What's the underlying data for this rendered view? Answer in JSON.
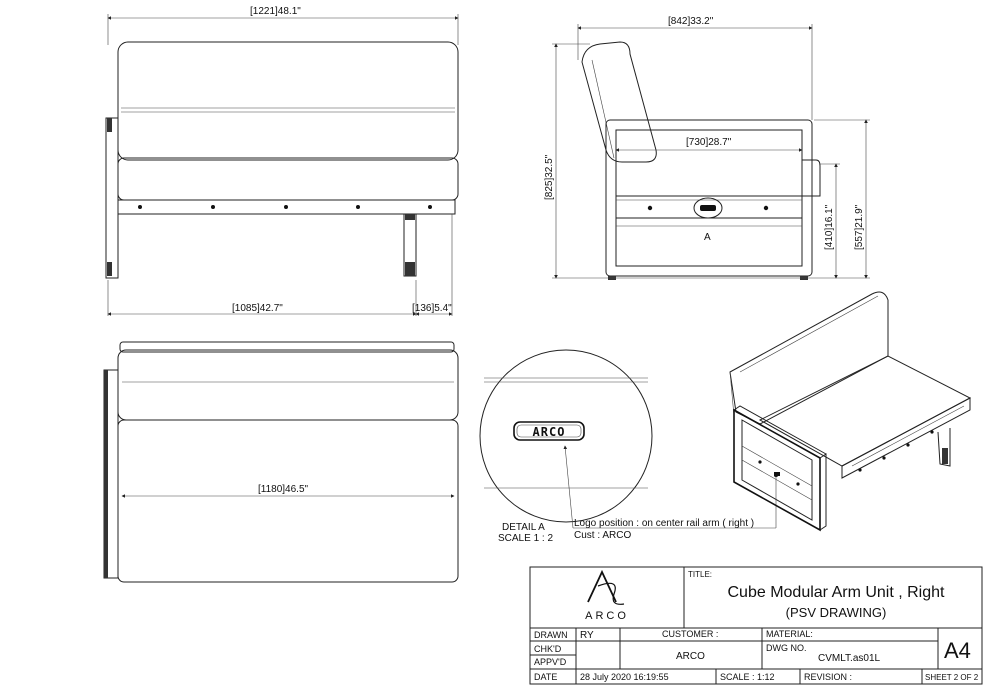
{
  "dimensions": {
    "front_width": "[1221]48.1\"",
    "front_inner": "[1085]42.7\"",
    "front_leg": "[136]5.4\"",
    "side_depth": "[842]33.2\"",
    "side_inner": "[730]28.7\"",
    "side_height": "[825]32.5\"",
    "side_arm_height": "[557]21.9\"",
    "side_seat_height": "[410]16.1\"",
    "top_depth": "[1180]46.5\""
  },
  "detail": {
    "ref": "A",
    "title": "DETAIL A",
    "scale": "SCALE 1 : 2",
    "logo_text": "ARCO",
    "note_line1": "Logo position : on center rail arm ( right )",
    "note_line2": "Cust : ARCO"
  },
  "title_block": {
    "logo_text": "ARCO",
    "title_label": "TITLE:",
    "title_line1": "Cube Modular Arm Unit , Right",
    "title_line2": "(PSV DRAWING)",
    "drawn_label": "DRAWN",
    "drawn_value": "RY",
    "chkd_label": "CHK'D",
    "appvd_label": "APPV'D",
    "customer_label": "CUSTOMER :",
    "customer_value": "ARCO",
    "material_label": "MATERIAL:",
    "dwg_label": "DWG NO.",
    "dwg_value": "CVMLT.as01L",
    "size": "A4",
    "date_label": "DATE",
    "date_value": "28 July 2020 16:19:55",
    "scale": "SCALE : 1:12",
    "revision": "REVISION :",
    "sheet": "SHEET 2 OF 2"
  }
}
